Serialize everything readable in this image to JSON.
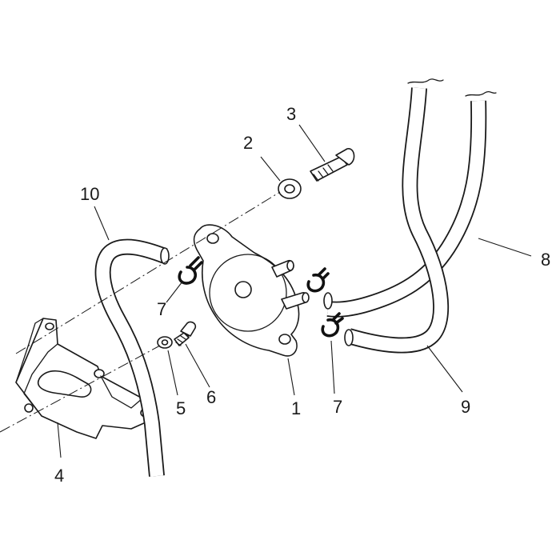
{
  "diagram": {
    "type": "exploded-parts-diagram",
    "callouts": {
      "c1": "1",
      "c2": "2",
      "c3": "3",
      "c4": "4",
      "c5": "5",
      "c6": "6",
      "c7_left": "7",
      "c7_right": "7",
      "c8": "8",
      "c9": "9",
      "c10": "10"
    }
  }
}
